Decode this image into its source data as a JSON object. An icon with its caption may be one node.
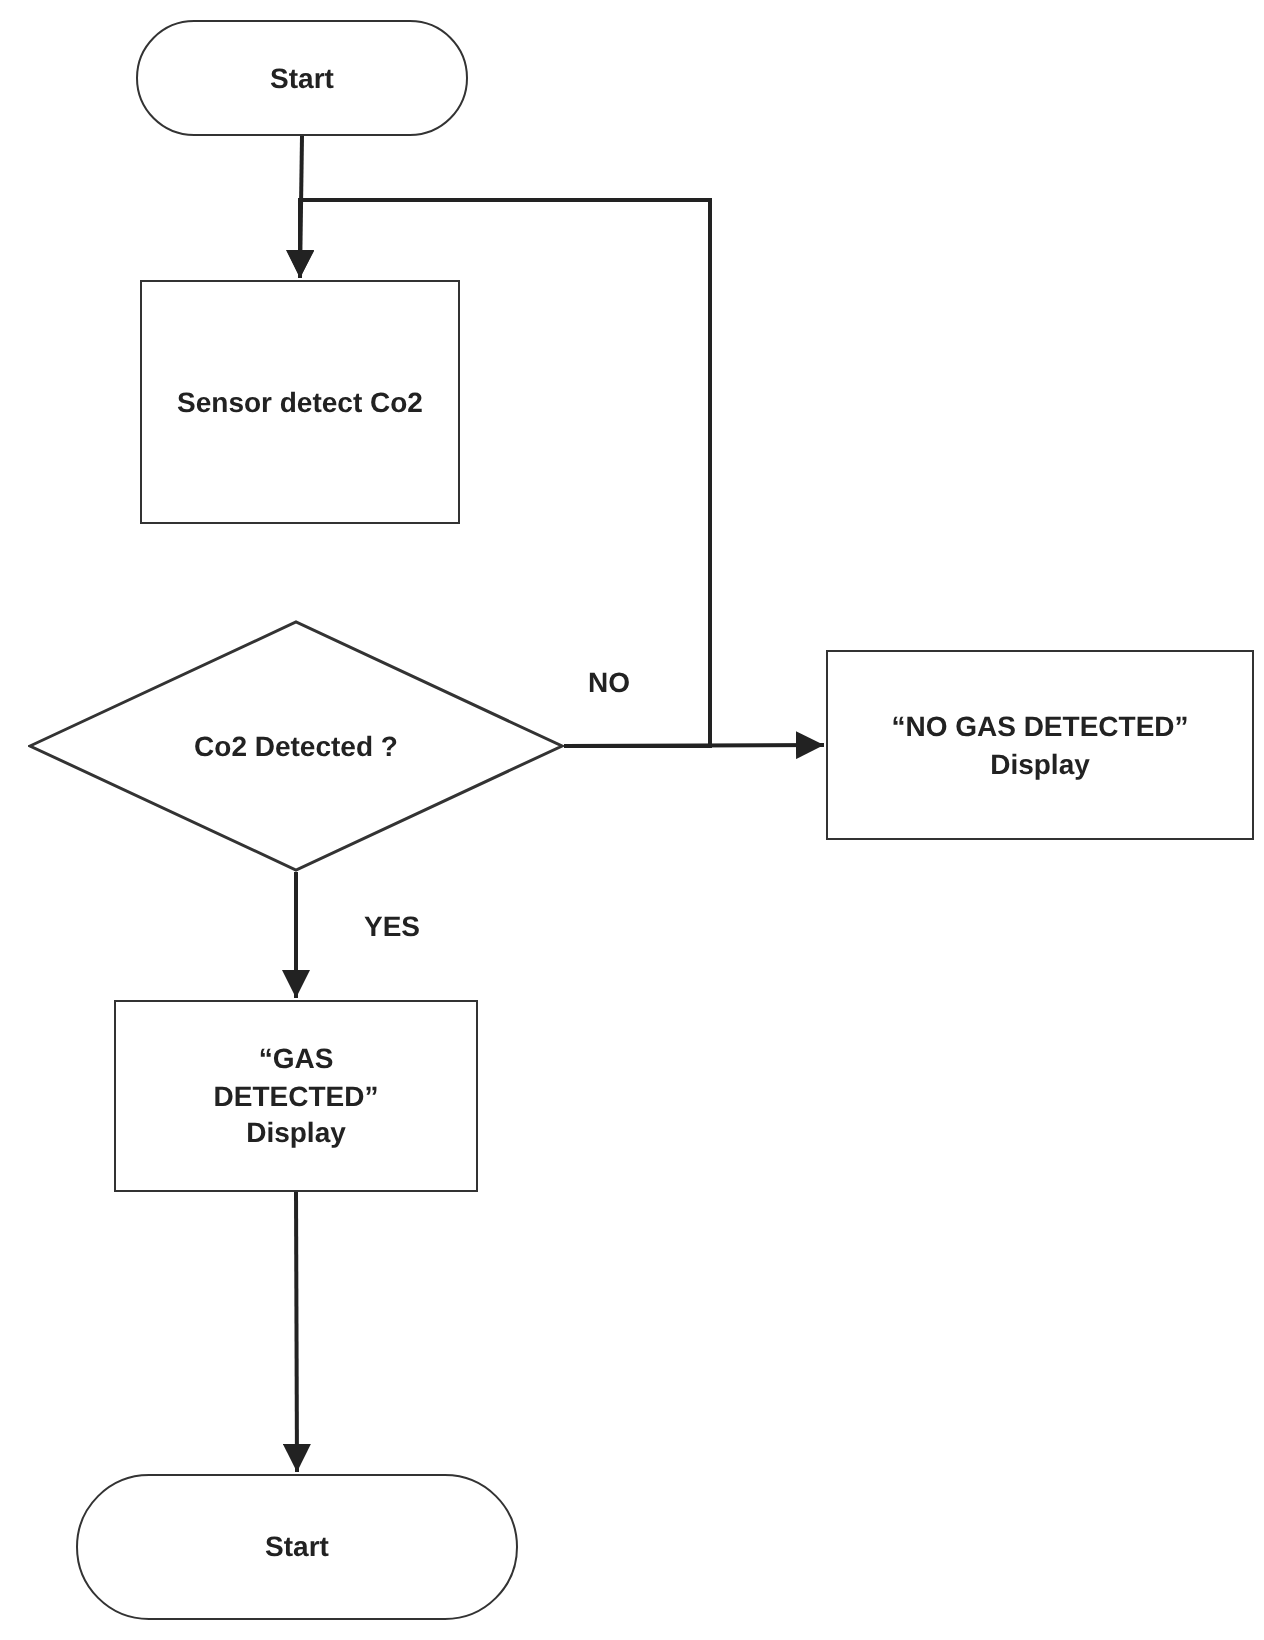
{
  "diagram": {
    "nodes": [
      {
        "text": [
          "Start"
        ]
      },
      {
        "text": [
          "Sensor detect Co2"
        ]
      },
      {
        "text": [
          "Co2 Detected ?"
        ]
      },
      {
        "text": [
          "“NO GAS DETECTED” Display"
        ]
      },
      {
        "text": [
          "“GAS DETECTED” Display"
        ]
      },
      {
        "text": [
          "Start"
        ]
      }
    ],
    "edges": [
      {
        "from": 0,
        "to": 1,
        "arrow": "to"
      },
      {
        "from": 2,
        "to": 3,
        "arrow": "to",
        "label": "NO"
      },
      {
        "from": 2,
        "to": 1,
        "arrow": "to"
      },
      {
        "from": 2,
        "to": 4,
        "arrow": "to",
        "label": "YES"
      },
      {
        "from": 4,
        "to": 5,
        "arrow": "to"
      }
    ]
  }
}
